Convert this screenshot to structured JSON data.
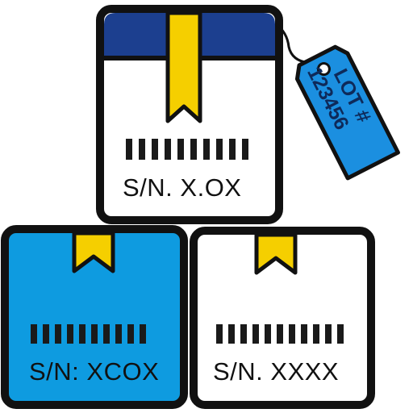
{
  "boxes": {
    "top": {
      "serial": "S/N. X.OX",
      "color": "#ffffff",
      "band_color": "#1c3f8f"
    },
    "bottom_left": {
      "serial": "S/N: XCOX",
      "color": "#0e9be0"
    },
    "bottom_right": {
      "serial": "S/N. XXXX",
      "color": "#ffffff"
    }
  },
  "tag": {
    "line1": "LOT #",
    "line2": "123456",
    "color": "#1b8fe0"
  },
  "colors": {
    "outline": "#111111",
    "ribbon": "#f5cf00",
    "barcode": "#1a1a1a"
  }
}
